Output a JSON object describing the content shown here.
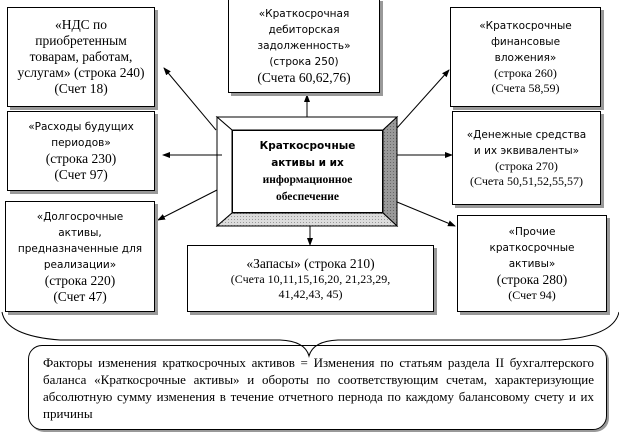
{
  "center": {
    "line1": "Краткосрочные",
    "line2": "активы и их",
    "line3": "информационное",
    "line4": "обеспечение"
  },
  "boxes": {
    "vat": {
      "l1": "«НДС по",
      "l2": "приобретенным",
      "l3": "товарам, работам,",
      "l4": "услугам» (строка 240)",
      "l5": "(Счет 18)"
    },
    "receivables": {
      "l1": "«Краткосрочная",
      "l2": "дебиторская",
      "l3": "задолженность»",
      "l4": "(строка 250)",
      "l5": "(Счета 60,62,76)"
    },
    "investments": {
      "l1": "«Краткосрочные",
      "l2": "финансовые",
      "l3": "вложения»",
      "l4": "(строка 260)",
      "l5": "(Счета 58,59)"
    },
    "deferred": {
      "l1": "«Расходы будущих",
      "l2": "периодов»",
      "l3": "(строка 230)",
      "l4": "(Счет 97)"
    },
    "cash": {
      "l1": "«Денежные средства",
      "l2": "и их эквиваленты»",
      "l3": "(строка 270)",
      "l4": "(Счета 50,51,52,55,57)"
    },
    "longterm": {
      "l1": "«Долгосрочные",
      "l2": "активы,",
      "l3": "предназначенные для",
      "l4": "реализации»",
      "l5": "(строка 220)",
      "l6": "(Счет 47)"
    },
    "inventory": {
      "l1": "«Запасы» (строка 210)",
      "l2": "(Счета 10,11,15,16,20, 21,23,29,",
      "l3": "41,42,43, 45)"
    },
    "other": {
      "l1": "«Прочие",
      "l2": "краткосрочные",
      "l3": "активы»",
      "l4": "(строка 280)",
      "l5": "(Счет 94)"
    }
  },
  "factors_text": "Факторы изменения краткосрочных активов = Изменения по статьям раздела II бухгалтерского баланса «Краткосрочные активы» и обороты по соответствующим счетам, характеризующие абсолютную сумму изменения в течение отчетного пернода по каждому балансовому счету и их причины"
}
